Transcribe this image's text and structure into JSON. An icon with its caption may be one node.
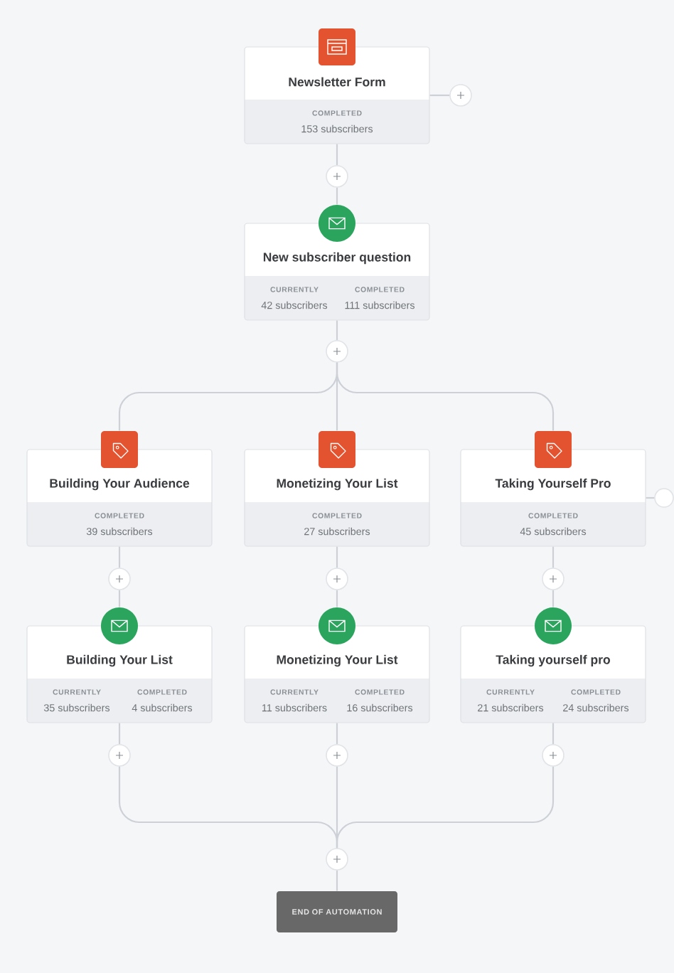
{
  "diagram": {
    "nodes": [
      {
        "text": [
          "Newsletter Form",
          "COMPLETED",
          "153 subscribers"
        ]
      },
      {
        "text": [],
        "shape": "circle"
      },
      {
        "text": [],
        "shape": "circle"
      },
      {
        "text": [
          "New subscriber question",
          "CURRENTLY",
          "42 subscribers",
          "COMPLETED",
          "111 subscribers"
        ]
      },
      {
        "text": [],
        "shape": "circle"
      },
      {
        "text": [
          "Building Your Audience",
          "COMPLETED",
          "39 subscribers"
        ]
      },
      {
        "text": [
          "Monetizing Your List",
          "COMPLETED",
          "27 subscribers"
        ]
      },
      {
        "text": [
          "Taking Yourself Pro",
          "COMPLETED",
          "45 subscribers"
        ]
      },
      {
        "text": [],
        "shape": "circle"
      },
      {
        "text": [],
        "shape": "circle"
      },
      {
        "text": [],
        "shape": "circle"
      },
      {
        "text": [],
        "shape": "circle"
      },
      {
        "text": [
          "Building Your List",
          "CURRENTLY",
          "35 subscribers",
          "COMPLETED",
          "4 subscribers"
        ]
      },
      {
        "text": [
          "Monetizing Your List",
          "CURRENTLY",
          "11 subscribers",
          "COMPLETED",
          "16 subscribers"
        ]
      },
      {
        "text": [
          "Taking yourself pro",
          "CURRENTLY",
          "21 subscribers",
          "COMPLETED",
          "24 subscribers"
        ]
      },
      {
        "text": [],
        "shape": "circle"
      },
      {
        "text": [],
        "shape": "circle"
      },
      {
        "text": [],
        "shape": "circle"
      },
      {
        "text": [],
        "shape": "circle"
      },
      {
        "text": [
          "END OF AUTOMATION"
        ]
      }
    ],
    "edges": [
      {
        "from": 0,
        "to": 1,
        "arrow": "none"
      },
      {
        "from": 0,
        "to": 2,
        "arrow": "none"
      },
      {
        "from": 2,
        "to": 3,
        "arrow": "none"
      },
      {
        "from": 3,
        "to": 4,
        "arrow": "none"
      },
      {
        "from": 4,
        "to": 5,
        "arrow": "none"
      },
      {
        "from": 4,
        "to": 6,
        "arrow": "none"
      },
      {
        "from": 4,
        "to": 7,
        "arrow": "none"
      },
      {
        "from": 7,
        "to": 8,
        "arrow": "none"
      },
      {
        "from": 5,
        "to": 9,
        "arrow": "none"
      },
      {
        "from": 6,
        "to": 10,
        "arrow": "none"
      },
      {
        "from": 7,
        "to": 11,
        "arrow": "none"
      },
      {
        "from": 9,
        "to": 12,
        "arrow": "none"
      },
      {
        "from": 10,
        "to": 13,
        "arrow": "none"
      },
      {
        "from": 11,
        "to": 14,
        "arrow": "none"
      },
      {
        "from": 12,
        "to": 15,
        "arrow": "none"
      },
      {
        "from": 13,
        "to": 16,
        "arrow": "none"
      },
      {
        "from": 14,
        "to": 17,
        "arrow": "none"
      },
      {
        "from": 15,
        "to": 18,
        "arrow": "none"
      },
      {
        "from": 16,
        "to": 18,
        "arrow": "none"
      },
      {
        "from": 17,
        "to": 18,
        "arrow": "none"
      },
      {
        "from": 18,
        "to": 19,
        "arrow": "none"
      }
    ]
  }
}
